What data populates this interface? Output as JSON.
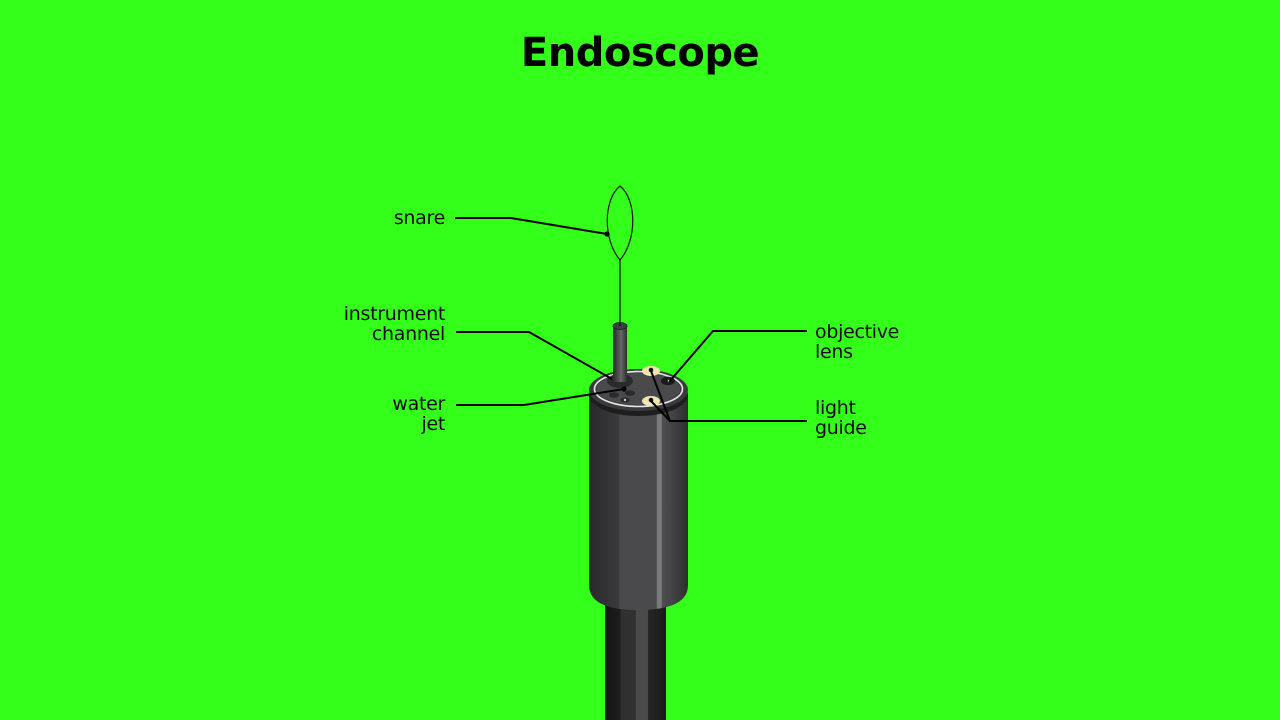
{
  "title": "Endoscope",
  "colors": {
    "background": "#33ff1a",
    "text": "#000000",
    "body_dark": "#2e2e30",
    "body_mid": "#48484a",
    "body_light": "#6a6a6c",
    "shaft_dark": "#1c1c1c",
    "face_ring": "#e6e6e6",
    "light_guide": "#f2e6b0"
  },
  "labels": {
    "snare": {
      "lines": [
        "snare"
      ]
    },
    "instrument_channel": {
      "lines": [
        "instrument",
        "channel"
      ]
    },
    "water_jet": {
      "lines": [
        "water",
        "jet"
      ]
    },
    "objective_lens": {
      "lines": [
        "objective",
        "lens"
      ]
    },
    "light_guide": {
      "lines": [
        "light",
        "guide"
      ]
    }
  }
}
